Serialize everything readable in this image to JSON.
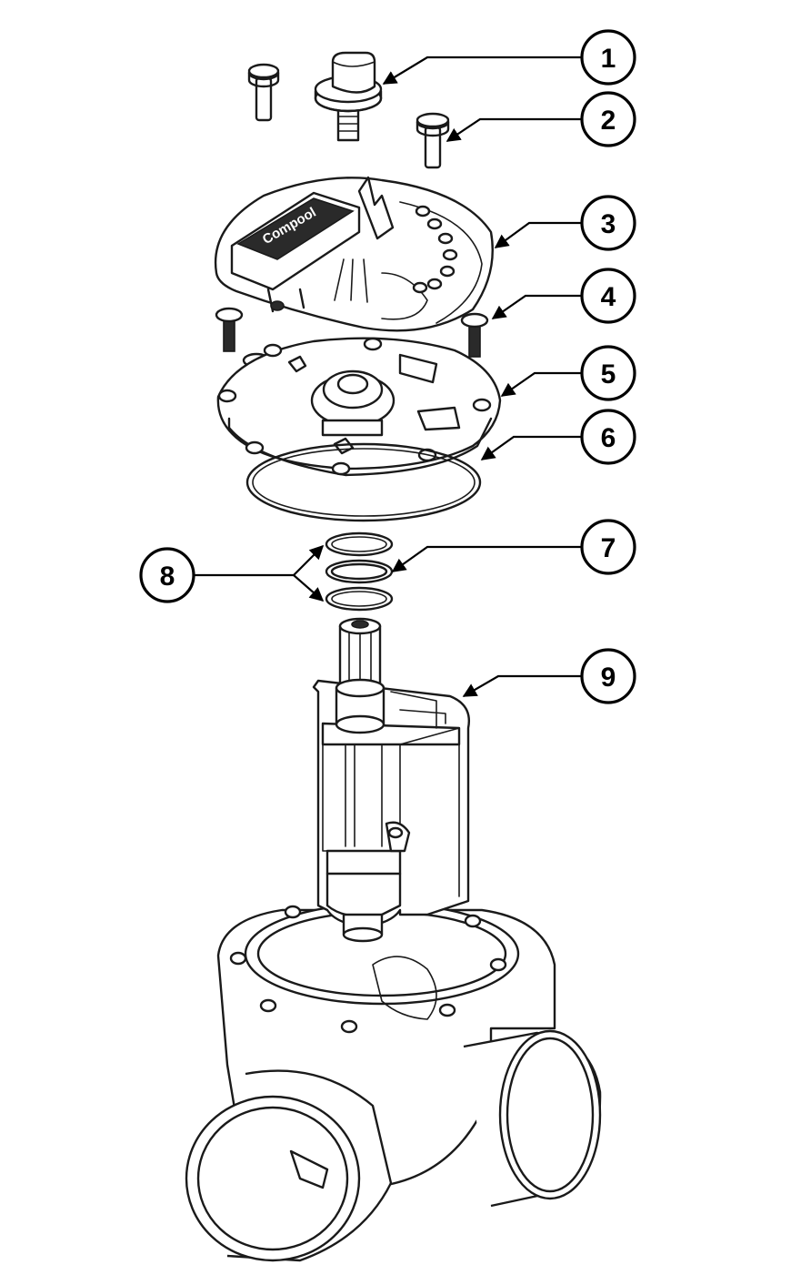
{
  "diagram": {
    "brand_text": "Compool",
    "callouts": [
      "1",
      "2",
      "3",
      "4",
      "5",
      "6",
      "7",
      "8",
      "9"
    ]
  }
}
